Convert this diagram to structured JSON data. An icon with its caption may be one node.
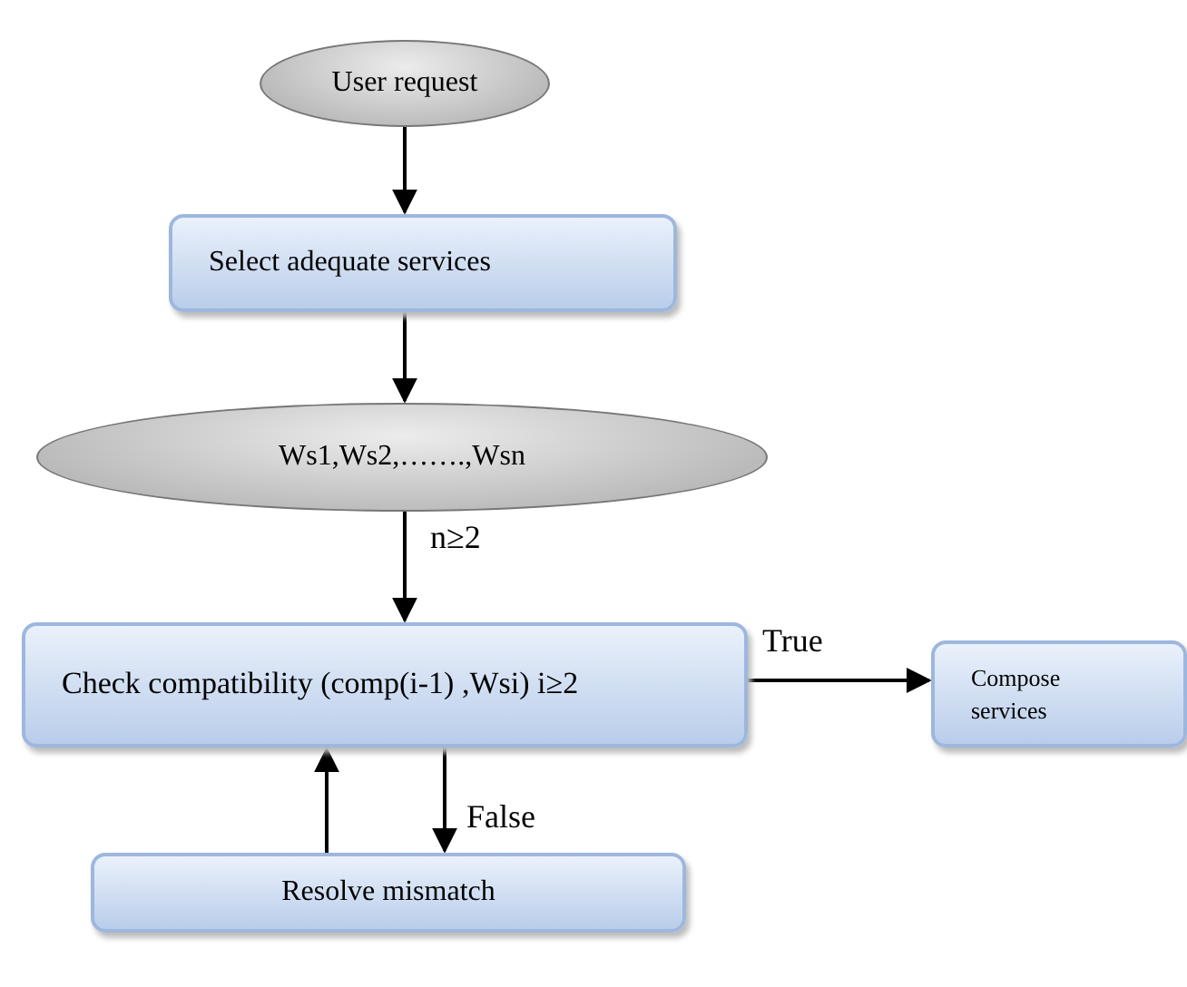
{
  "diagram": {
    "nodes": [
      {
        "text": [
          "User request"
        ]
      },
      {
        "text": [
          "Select adequate services"
        ]
      },
      {
        "text": [
          "Ws1,Ws2,…….,Wsn"
        ]
      },
      {
        "text": [
          "Check compatibility (comp(i-1) ,Wsi) i≥2"
        ]
      },
      {
        "text": [
          "Compose services"
        ]
      },
      {
        "text": [
          "Resolve mismatch"
        ]
      }
    ],
    "edges": [
      {
        "from": 0,
        "to": 1,
        "arrow": "to"
      },
      {
        "from": 1,
        "to": 2,
        "arrow": "to"
      },
      {
        "from": 2,
        "to": 3,
        "arrow": "to",
        "label": "n≥2"
      },
      {
        "from": 3,
        "to": 4,
        "arrow": "to",
        "label": "True"
      },
      {
        "from": 3,
        "to": 5,
        "arrow": "to",
        "label": "False"
      },
      {
        "from": 5,
        "to": 3,
        "arrow": "to"
      }
    ]
  }
}
